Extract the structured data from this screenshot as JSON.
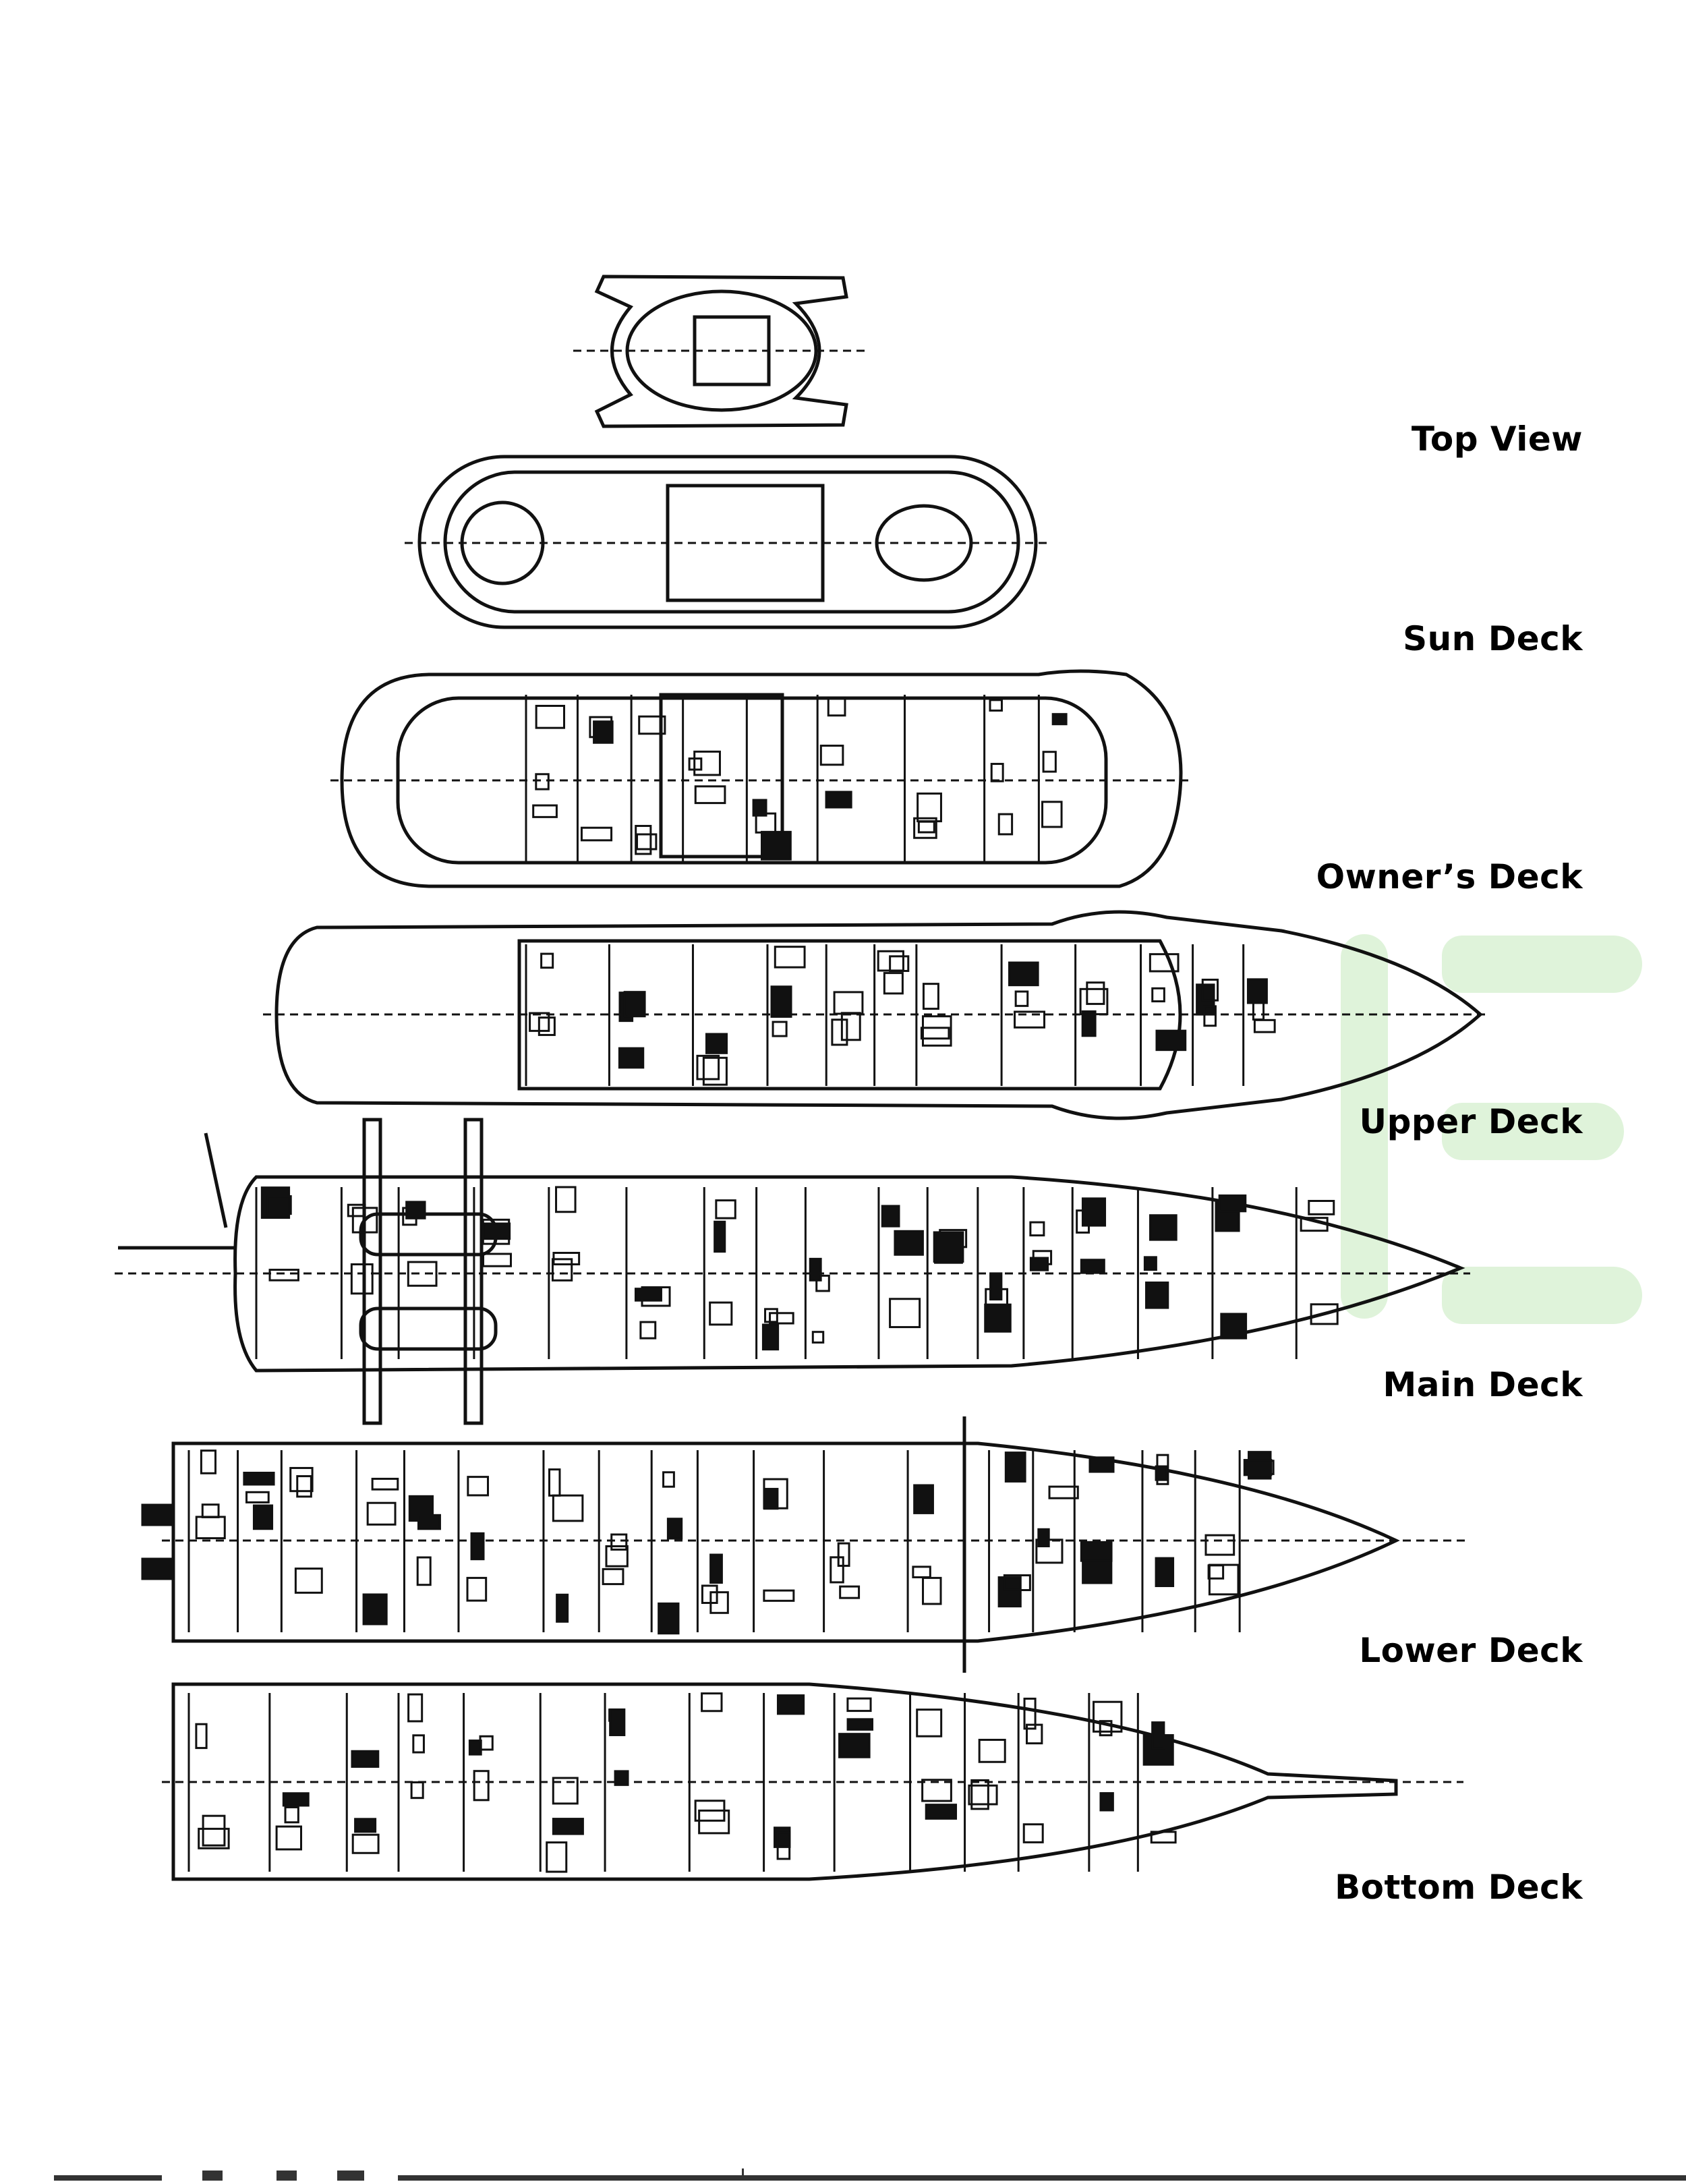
{
  "decks": [
    {
      "id": "top-view",
      "label": "Top View"
    },
    {
      "id": "sun-deck",
      "label": "Sun Deck"
    },
    {
      "id": "owners-deck",
      "label": "Owner’s Deck"
    },
    {
      "id": "upper-deck",
      "label": "Upper Deck"
    },
    {
      "id": "main-deck",
      "label": "Main Deck"
    },
    {
      "id": "lower-deck",
      "label": "Lower Deck"
    },
    {
      "id": "bottom-deck",
      "label": "Bottom Deck"
    }
  ],
  "colors": {
    "line": "#111111",
    "watermark": "#dff3da",
    "background": "#ffffff"
  }
}
